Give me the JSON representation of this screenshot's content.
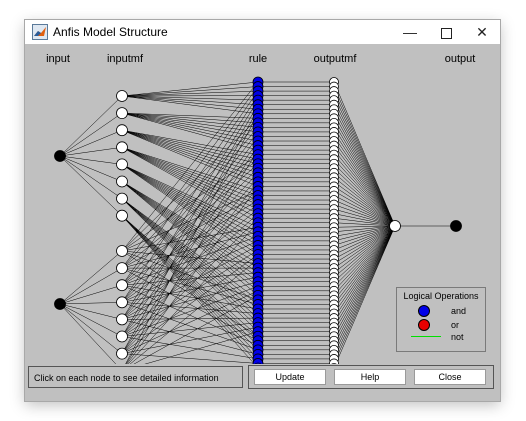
{
  "window": {
    "title": "Anfis Model Structure",
    "controls": {
      "minimize": "—",
      "close": "✕"
    }
  },
  "columns": {
    "input": "input",
    "inputmf": "inputmf",
    "rule": "rule",
    "outputmf": "outputmf",
    "output": "output"
  },
  "structure": {
    "inputs": 2,
    "mfs_per_input": 8,
    "rules": 64,
    "outputmfs": 64,
    "outputs": 1
  },
  "colors": {
    "rule_node": "#0000e8",
    "edge": "#000000",
    "mf_node": "#ffffff",
    "input_node": "#000000"
  },
  "legend": {
    "title": "Logical Operations",
    "and": "and",
    "or": "or",
    "not": "not"
  },
  "status": {
    "text": "Click on each node to see detailed information"
  },
  "buttons": {
    "update": "Update",
    "help": "Help",
    "close": "Close"
  }
}
